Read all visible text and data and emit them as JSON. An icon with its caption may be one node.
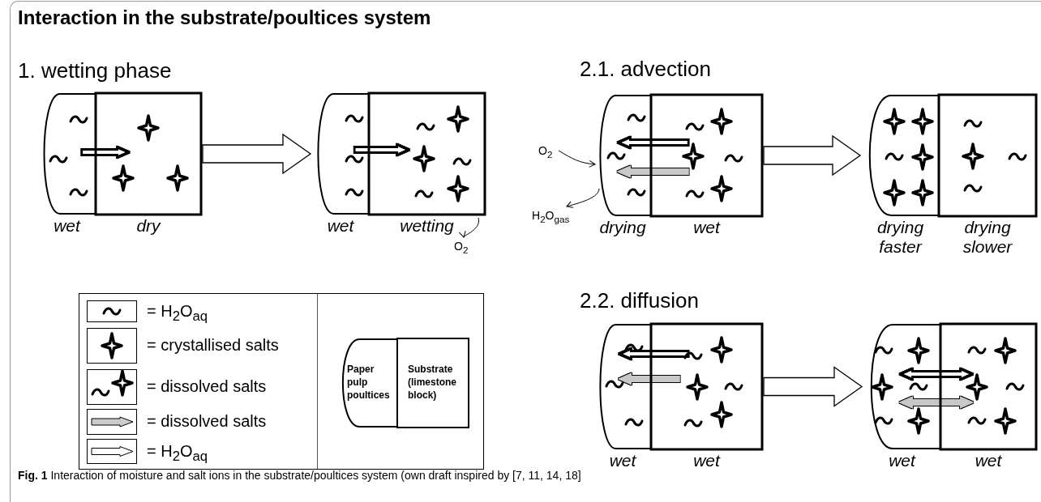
{
  "diagram": {
    "title": "Interaction in the substrate/poultices system",
    "caption": "**Fig. 1** Interaction of moisture and salt ions in the substrate/poultices system (own draft inspired by [7, 11, 14, 18]",
    "nodes": [
      {
        "text": [
          "wet"
        ]
      },
      {
        "text": [
          "dry"
        ]
      },
      {
        "text": [
          "wet"
        ]
      },
      {
        "text": [
          "wetting"
        ]
      },
      {
        "text": [
          "O$_{2}$"
        ]
      },
      {
        "text": [
          "O$_{2}$"
        ]
      },
      {
        "text": [
          "H$_{2}$O$_{gas}$"
        ]
      },
      {
        "text": [
          "drying"
        ]
      },
      {
        "text": [
          "wet"
        ]
      },
      {
        "text": [
          "drying faster"
        ]
      },
      {
        "text": [
          "drying slower"
        ]
      },
      {
        "text": [
          "Paper pulp poultices"
        ]
      },
      {
        "text": [
          "Substrate (limestone block)"
        ]
      },
      {
        "text": [
          "wet"
        ]
      },
      {
        "text": [
          "wet"
        ]
      },
      {
        "text": [
          "wet"
        ]
      },
      {
        "text": [
          "wet"
        ]
      }
    ],
    "edges": [
      {
        "from": 1,
        "to": 2,
        "arrow": "to",
        "style": "thick"
      },
      {
        "from": 3,
        "to": 4,
        "arrow": "to"
      },
      {
        "from": 5,
        "to": 7,
        "arrow": "to"
      },
      {
        "from": 7,
        "to": 6,
        "arrow": "to"
      },
      {
        "from": 8,
        "to": 9,
        "arrow": "to",
        "style": "thick"
      },
      {
        "from": 14,
        "to": 15,
        "arrow": "to",
        "style": "thick"
      },
      {
        "from": 0,
        "to": 1,
        "arrow": "to"
      },
      {
        "from": 2,
        "to": 3,
        "arrow": "to"
      },
      {
        "from": 8,
        "to": 7,
        "arrow": "to"
      },
      {
        "from": 8,
        "to": 7,
        "arrow": "to",
        "color": "#c8c8c8"
      },
      {
        "from": 14,
        "to": 13,
        "arrow": "to"
      },
      {
        "from": 14,
        "to": 13,
        "arrow": "to",
        "color": "#c8c8c8"
      },
      {
        "from": 15,
        "to": 16,
        "arrow": "both"
      },
      {
        "from": 15,
        "to": 16,
        "arrow": "both",
        "color": "#c8c8c8"
      }
    ],
    "labels": [
      "1. wetting phase",
      "2.1. advection",
      "2.2. diffusion"
    ],
    "legend": [
      {
        "text": "= H$_{2}$O$_{aq}$"
      },
      {
        "text": "= crystallised salts"
      },
      {
        "text": "= dissolved salts"
      },
      {
        "text": "= dissolved salts"
      },
      {
        "text": "= H$_{2}$O$_{aq}$"
      }
    ]
  }
}
